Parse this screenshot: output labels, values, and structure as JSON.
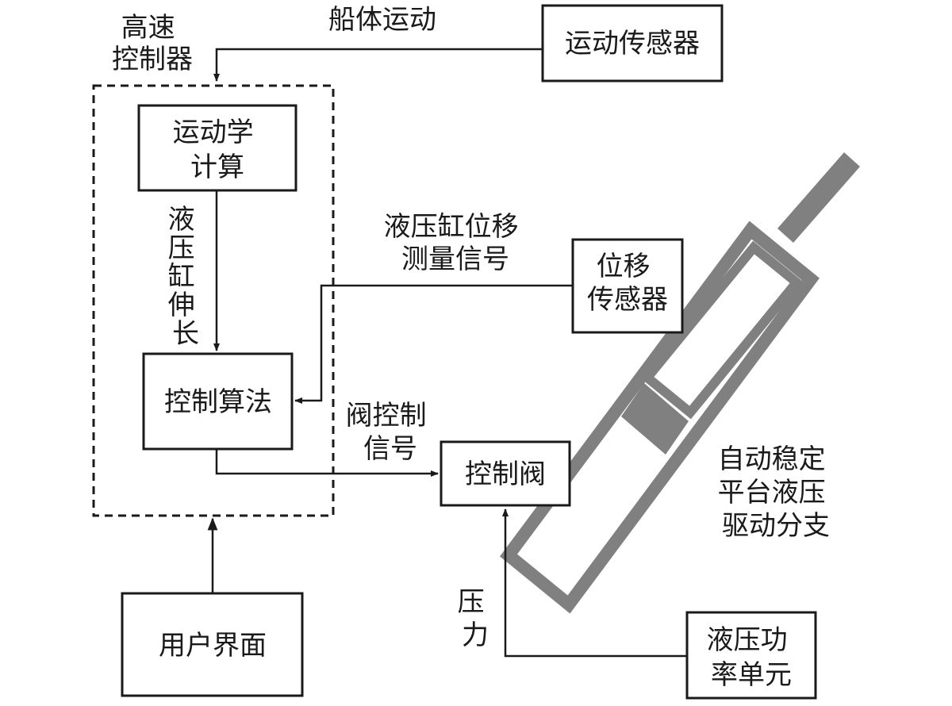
{
  "labels": {
    "high_speed_controller": [
      "高速",
      "控制器"
    ],
    "ship_motion": "船体运动",
    "motion_sensor": "运动传感器",
    "kinematics": [
      "运动学",
      "计算"
    ],
    "cylinder_extension": [
      "液",
      "压",
      "缸",
      "伸",
      "长"
    ],
    "cylinder_measurement": [
      "液压缸位移",
      "测量信号"
    ],
    "displacement_sensor": [
      "位移",
      "传感器"
    ],
    "control_algorithm": "控制算法",
    "valve_control_signal": [
      "阀控制",
      "信号"
    ],
    "control_valve": "控制阀",
    "stabilized_platform_branch": [
      "自动稳定",
      "平台液压",
      "驱动分支"
    ],
    "pressure": [
      "压",
      "力"
    ],
    "user_interface": "用户界面",
    "hydraulic_power_unit": [
      "液压功",
      "率单元"
    ]
  },
  "colors": {
    "line": "#1a1a1a",
    "cylinder": "#808080"
  }
}
